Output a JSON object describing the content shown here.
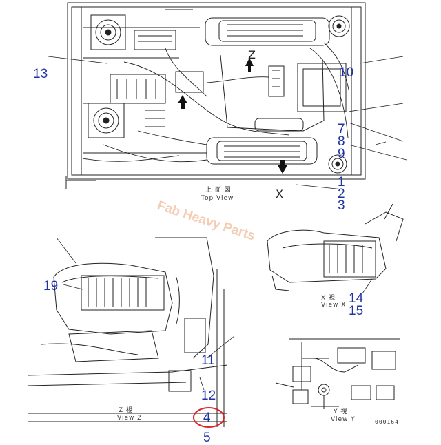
{
  "callouts": {
    "c1": "1",
    "c2": "2",
    "c3": "3",
    "c4": "4",
    "c5": "5",
    "c7": "7",
    "c8": "8",
    "c9": "9",
    "c10": "10",
    "c11": "11",
    "c12": "12",
    "c13": "13",
    "c14": "14",
    "c15": "15",
    "c19": "19"
  },
  "views": {
    "top_jp": "上 面 図",
    "top_en": "Top View",
    "x_jp": "X 視",
    "x_en": "View X",
    "z_jp": "Z 視",
    "z_en": "View Z",
    "y_jp": "Y 視",
    "y_en": "View Y"
  },
  "markers": {
    "z": "Z",
    "x": "X"
  },
  "watermark": "Fab Heavy Parts",
  "part_number": "000164",
  "colors": {
    "callout": "#1f33a8",
    "highlight_circle": "#d9262a",
    "line": "#222222"
  }
}
